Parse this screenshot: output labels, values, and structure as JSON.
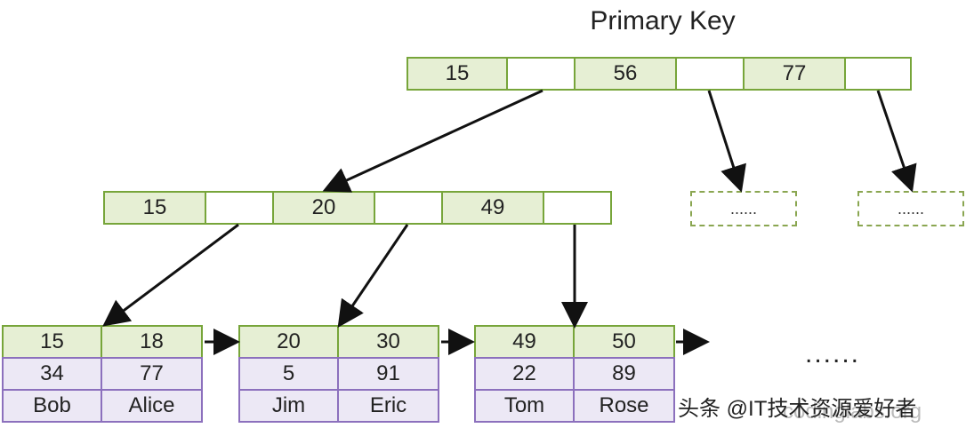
{
  "title": "Primary Key",
  "root": {
    "keys": [
      "15",
      "56",
      "77"
    ]
  },
  "internal": {
    "keys": [
      "15",
      "20",
      "49"
    ]
  },
  "placeholders": [
    "......",
    "......"
  ],
  "leaves": [
    {
      "keys": [
        "15",
        "18"
      ],
      "values": [
        "34",
        "77"
      ],
      "names": [
        "Bob",
        "Alice"
      ]
    },
    {
      "keys": [
        "20",
        "30"
      ],
      "values": [
        "5",
        "91"
      ],
      "names": [
        "Jim",
        "Eric"
      ]
    },
    {
      "keys": [
        "49",
        "50"
      ],
      "values": [
        "22",
        "89"
      ],
      "names": [
        "Tom",
        "Rose"
      ]
    }
  ],
  "more_leaves": "......",
  "watermark": "头条 @IT技术资源爱好者",
  "watermark_bg": "codinglabs.org",
  "colors": {
    "key_fill": "#e6efd4",
    "key_border": "#77a53a",
    "value_fill": "#ece8f5",
    "value_border": "#8c70bd",
    "arrow": "#111111"
  }
}
